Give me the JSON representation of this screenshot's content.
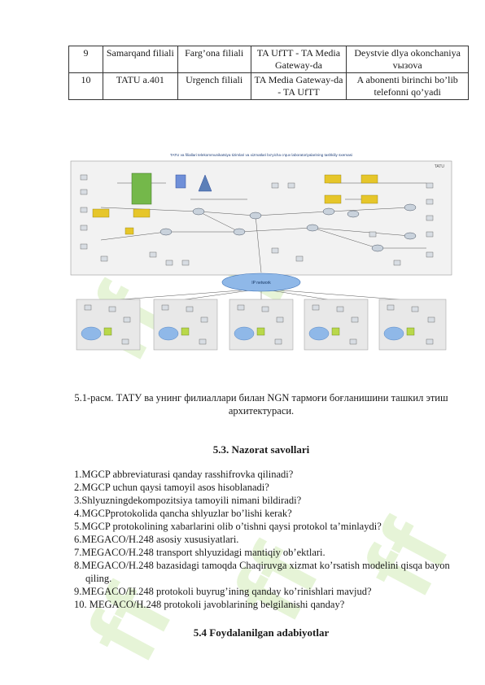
{
  "table": {
    "rows": [
      {
        "num": "9",
        "place": "Samarqand filiali",
        "branch": "Farg’ona filiali",
        "gateway": "TA UfTT - TA Media Gateway-da",
        "action": "Deystvie dlya okonchaniya vызova"
      },
      {
        "num": "10",
        "place": "TATU a.401",
        "branch": "Urgench filiali",
        "gateway": "TA Media Gateway-da - TA UfTT",
        "action": "A abonenti birinchi bo’lib telefonni qo’yadi"
      }
    ]
  },
  "figure": {
    "title": "TATU va filiallari telekommunikatsiya tizimlari va xizmatlari bo'yicha o'quv laboratoriyalarining tashkiliy sxemasi",
    "cloud_label": "IP network",
    "corner_label": "TATU"
  },
  "caption": "5.1-расм. ТАТУ ва унинг филиаллари билан NGN тармоғи боғланишини ташкил этиш архитектураси.",
  "section": {
    "heading": "5.3. Nazorat savollari",
    "questions": [
      "1.MGCP abbreviaturasi qanday rasshifrovka qilinadi?",
      "2.MGCP uchun qaysi tamoyil asos hisoblanadi?",
      "3.Shlyuzningdekompozitsiya tamoyili nimani bildiradi?",
      "4.MGCPprotokolida qancha shlyuzlar bo’lishi kerak?",
      "5.MGCP protokolining xabarlarini olib o’tishni qaysi protokol ta’minlaydi?",
      "6.MEGACO/H.248 asosiy xususiyatlari.",
      "7.MEGACO/H.248 transport shlyuzidagi mantiqiy ob’ektlari.",
      "8.MEGACO/H.248 bazasidagi tamoqda Chaqiruvga xizmat ko’rsatish modelini qisqa bayon qiling.",
      "9.MEGACO/H.248 protokoli buyrug’ining qanday ko’rinishlari mavjud?",
      "10. MEGACO/H.248 protokoli javoblarining belgilanishi qanday?"
    ]
  },
  "references_heading": "5.4 Foydalanilgan adabiyotlar"
}
